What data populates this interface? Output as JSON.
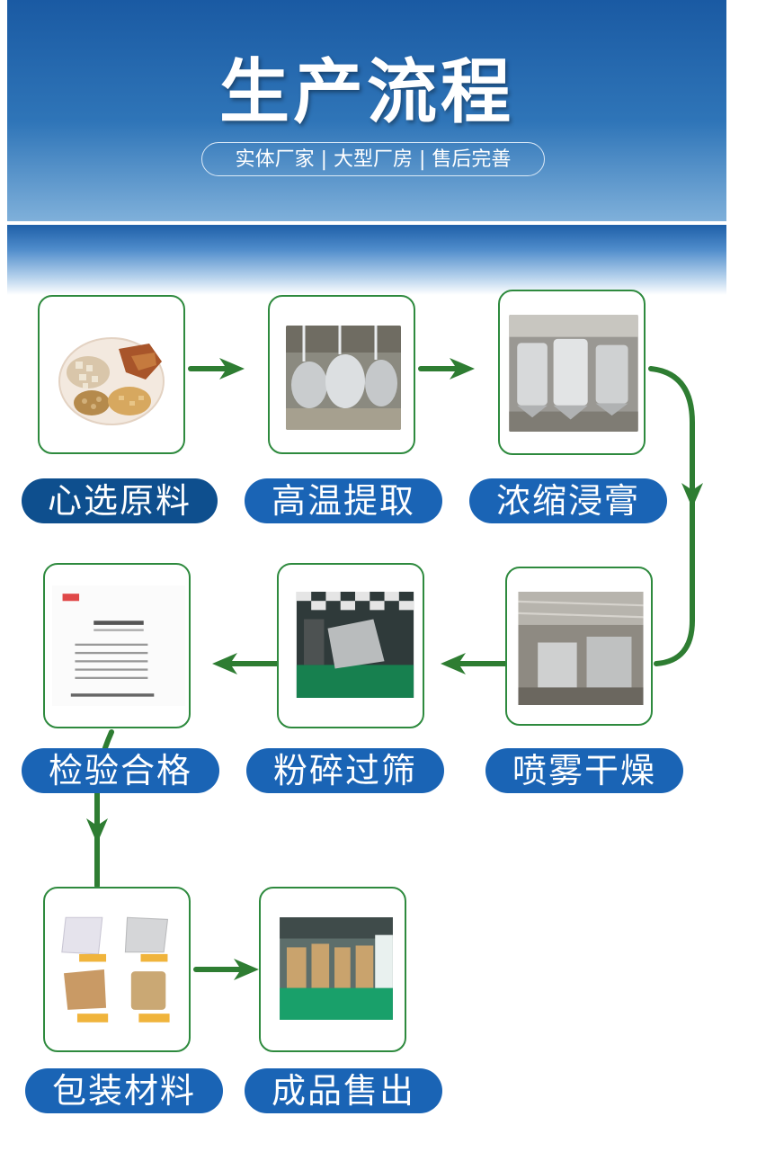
{
  "header": {
    "title": "生产流程",
    "subtitle": "实体厂家 | 大型厂房 | 售后完善"
  },
  "colors": {
    "header_blue": "#1a5aa3",
    "arrow_green": "#2e7d32",
    "pill_blue": "#1a64b5"
  },
  "steps": [
    {
      "label": "心选原料",
      "image": "raw-herbs-photo"
    },
    {
      "label": "高温提取",
      "image": "extraction-tanks-photo"
    },
    {
      "label": "浓缩浸膏",
      "image": "concentration-tanks-photo"
    },
    {
      "label": "喷雾干燥",
      "image": "spray-dryer-photo"
    },
    {
      "label": "粉碎过筛",
      "image": "crushing-machine-photo"
    },
    {
      "label": "检验合格",
      "image": "inspection-report-photo"
    },
    {
      "label": "包装材料",
      "image": "packaging-materials-photo"
    },
    {
      "label": "成品售出",
      "image": "warehouse-photo"
    }
  ]
}
